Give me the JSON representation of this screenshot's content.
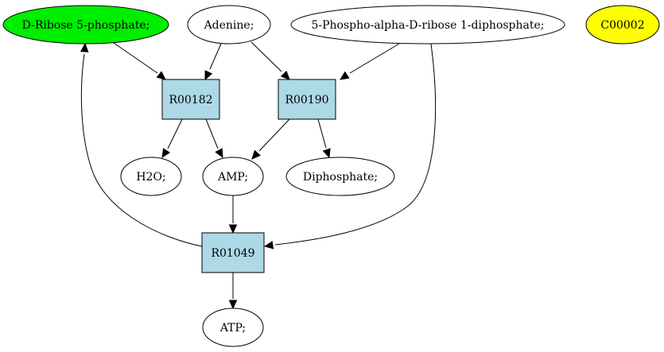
{
  "colors": {
    "highlight_green": "#00ee00",
    "highlight_yellow": "#ffff00",
    "reaction_fill": "#add8e6",
    "default_fill": "#ffffff",
    "stroke": "#000000"
  },
  "nodes": {
    "ribose5p": {
      "label": "D-Ribose 5-phosphate;",
      "kind": "compound",
      "fill": "highlight_green"
    },
    "adenine": {
      "label": "Adenine;",
      "kind": "compound",
      "fill": "default_fill"
    },
    "prpp": {
      "label": "5-Phospho-alpha-D-ribose 1-diphosphate;",
      "kind": "compound",
      "fill": "default_fill"
    },
    "c00002": {
      "label": "C00002",
      "kind": "compound",
      "fill": "highlight_yellow"
    },
    "r00182": {
      "label": "R00182",
      "kind": "reaction",
      "fill": "reaction_fill"
    },
    "r00190": {
      "label": "R00190",
      "kind": "reaction",
      "fill": "reaction_fill"
    },
    "h2o": {
      "label": "H2O;",
      "kind": "compound",
      "fill": "default_fill"
    },
    "amp": {
      "label": "AMP;",
      "kind": "compound",
      "fill": "default_fill"
    },
    "diphosphate": {
      "label": "Diphosphate;",
      "kind": "compound",
      "fill": "default_fill"
    },
    "r01049": {
      "label": "R01049",
      "kind": "reaction",
      "fill": "reaction_fill"
    },
    "atp": {
      "label": "ATP;",
      "kind": "compound",
      "fill": "default_fill"
    }
  },
  "edges": [
    {
      "from": "ribose5p",
      "to": "r00182"
    },
    {
      "from": "adenine",
      "to": "r00182"
    },
    {
      "from": "adenine",
      "to": "r00190"
    },
    {
      "from": "prpp",
      "to": "r00190"
    },
    {
      "from": "r00182",
      "to": "h2o"
    },
    {
      "from": "r00182",
      "to": "amp"
    },
    {
      "from": "r00190",
      "to": "amp"
    },
    {
      "from": "r00190",
      "to": "diphosphate"
    },
    {
      "from": "prpp",
      "to": "r01049"
    },
    {
      "from": "amp",
      "to": "r01049"
    },
    {
      "from": "r01049",
      "to": "ribose5p"
    },
    {
      "from": "r01049",
      "to": "atp"
    }
  ]
}
